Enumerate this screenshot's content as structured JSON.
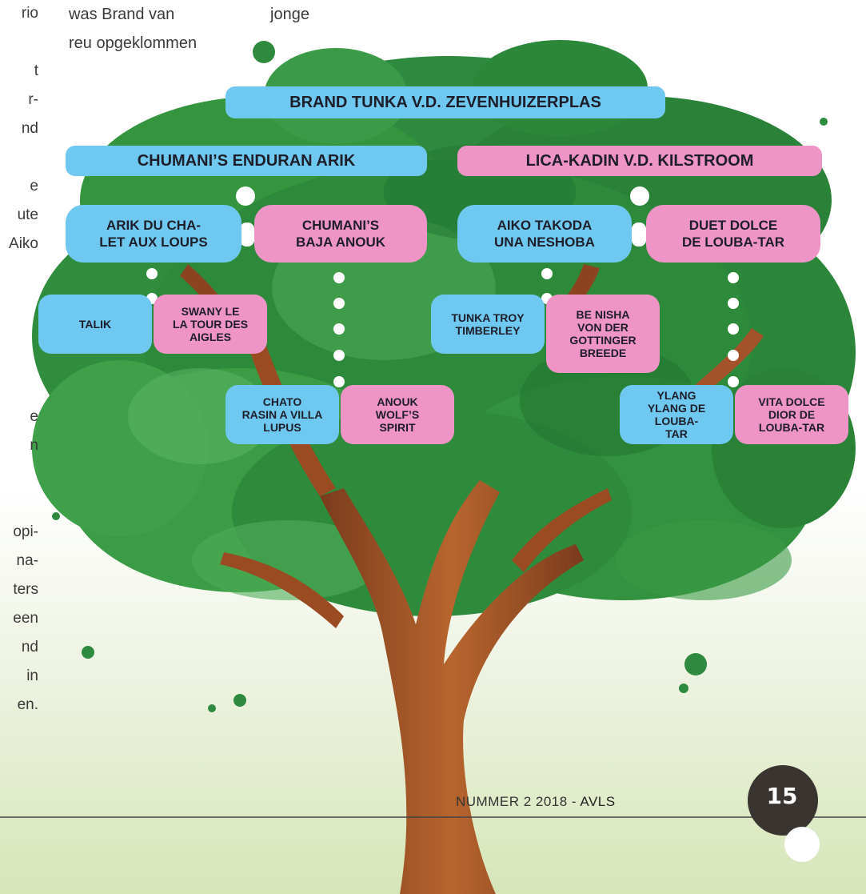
{
  "left_text_fragments": [
    "rio",
    "",
    "t",
    "r-",
    "nd",
    "",
    "e",
    "ute",
    "Aiko",
    "",
    "",
    "",
    "",
    "",
    "e",
    "n",
    "",
    "",
    "opi-",
    "na-",
    "ters",
    "een",
    "nd",
    "in",
    "en."
  ],
  "top_text": {
    "line1_left": "was  Brand van",
    "line1_right": "jonge",
    "line2": "reu opgeklommen"
  },
  "pedigree": {
    "root": "BRAND TUNKA V.D. ZEVENHUIZERPLAS",
    "sire": "CHUMANI’S ENDURAN ARIK",
    "dam": "LICA-KADIN V.D. KILSTROOM",
    "gp1": "ARIK DU CHA-\nLET AUX LOUPS",
    "gp2": "CHUMANI’S\nBAJA ANOUK",
    "gp3": "AIKO TAKODA\nUNA NESHOBA",
    "gp4": "DUET DOLCE\nDE LOUBA-TAR",
    "ggp1": "TALIK",
    "ggp2": "SWANY LE\nLA TOUR DES\nAIGLES",
    "ggp3": "CHATO\nRASIN A VILLA\nLUPUS",
    "ggp4": "ANOUK\nWOLF’S\nSPIRIT",
    "ggp5": "TUNKA TROY\nTIMBERLEY",
    "ggp6": "BE NISHA\nVON DER\nGOTTINGER\nBREEDE",
    "ggp7": "YLANG\nYLANG DE LOUBA-\nTAR",
    "ggp8": "VITA DOLCE\nDIOR DE\nLOUBA-TAR"
  },
  "footer": {
    "issue": "NUMMER 2 2018 - ",
    "brand": "AVLS",
    "page_number": "15"
  },
  "colors": {
    "male": "#6fc8ef",
    "female": "#ef94c6",
    "foliage": "#2f8a3c",
    "trunk": "#a0522d"
  }
}
